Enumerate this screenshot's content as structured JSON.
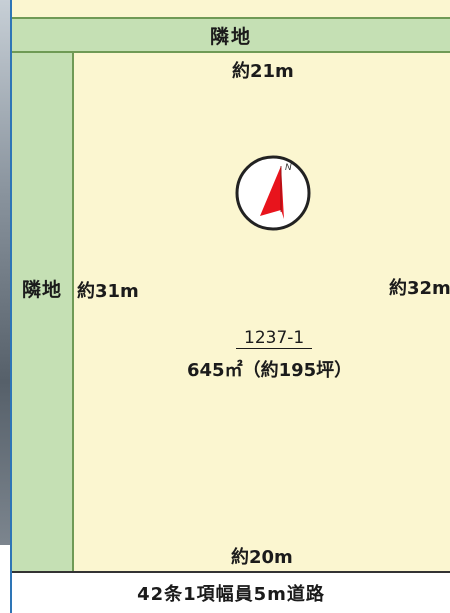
{
  "neighbors": {
    "top_label": "隣地",
    "left_label": "隣地"
  },
  "dimensions": {
    "top": "約21m",
    "left": "約31m",
    "right": "約32m",
    "bottom": "約20m"
  },
  "lot": {
    "number": "1237-1",
    "area": "645㎡（約195坪）"
  },
  "compass": {
    "label": "N",
    "needle_color": "#e8141c"
  },
  "road": {
    "label": "42条1項幅員5m道路"
  }
}
